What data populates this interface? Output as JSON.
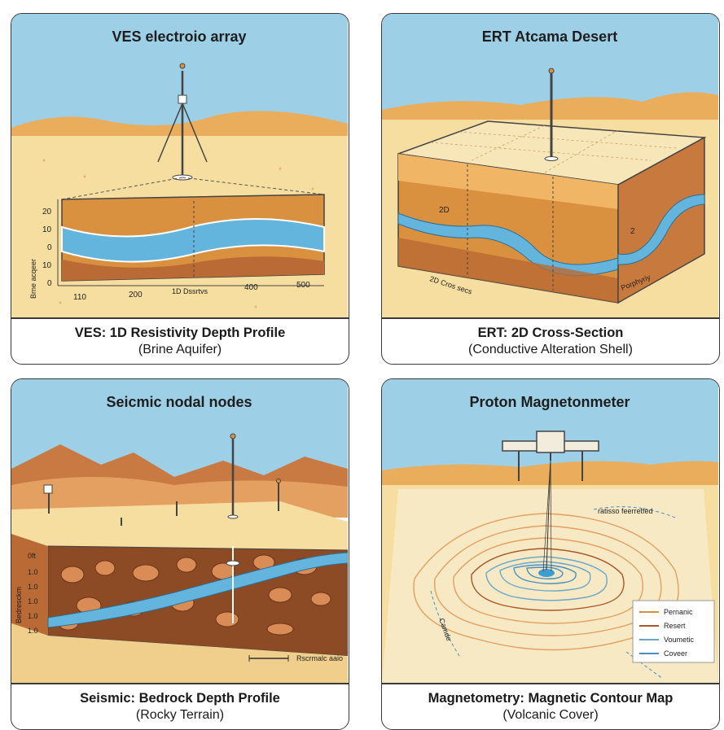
{
  "panels": [
    {
      "title": "VES electroio array",
      "caption_main": "VES: 1D Resistivity Depth Profile",
      "caption_sub": "(Brine Aquifer)",
      "y_axis_label": "Brne acqeer",
      "y_ticks": [
        "20",
        "10",
        "0",
        "10",
        "0"
      ],
      "x_ticks": [
        "110",
        "200",
        "1D Dssrtvs",
        "400",
        "500"
      ]
    },
    {
      "title": "ERT Atcama Desert",
      "caption_main": "ERT: 2D Cross-Section",
      "caption_sub": "(Conductive Alteration Shell)",
      "label_2d": "2D",
      "label_2": "2",
      "label_cross": "2D Cros secs",
      "label_porph": "Porphyriy"
    },
    {
      "title": "Seicmic nodal nodes",
      "caption_main": "Seismic: Bedrock Depth Profile",
      "caption_sub": "(Rocky Terrain)",
      "y_axis_label": "Bedresckm",
      "depth_ticks": [
        "0ft",
        "1.0",
        "1.0",
        "1.0",
        "1.0",
        "1.0"
      ],
      "scale_label": "Rscrmalc aaio"
    },
    {
      "title": "Proton Magnetonmeter",
      "caption_main": "Magnetometry: Magnetic Contour Map",
      "caption_sub": "(Volcanic Cover)",
      "contour_label_top": "ratisso feerretfed",
      "contour_label_left": "Camde",
      "legend": [
        {
          "label": "Pernanic",
          "color": "#d9903f"
        },
        {
          "label": "Resert",
          "color": "#a8582a"
        },
        {
          "label": "Voumetic",
          "color": "#6aa7c9"
        },
        {
          "label": "Coveer",
          "color": "#4a90c0"
        }
      ]
    }
  ]
}
